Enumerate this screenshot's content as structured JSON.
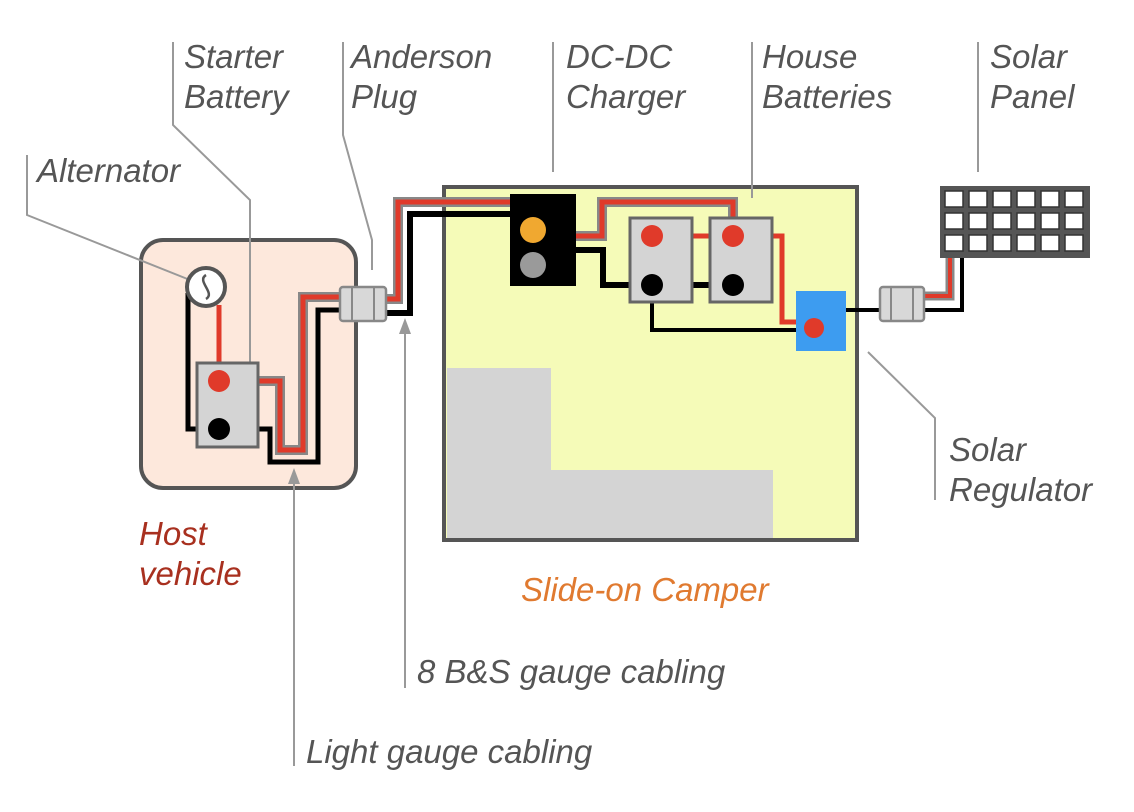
{
  "labels": {
    "alternator": "Alternator",
    "starter_battery": [
      "Starter",
      "Battery"
    ],
    "anderson_plug": [
      "Anderson",
      "Plug"
    ],
    "dcdc_charger": [
      "DC-DC",
      "Charger"
    ],
    "house_batteries": [
      "House",
      "Batteries"
    ],
    "solar_panel": [
      "Solar",
      "Panel"
    ],
    "solar_regulator": [
      "Solar",
      "Regulator"
    ],
    "host_vehicle": [
      "Host",
      "vehicle"
    ],
    "slide_on_camper": "Slide-on Camper",
    "heavy_cabling": "8 B&S gauge cabling",
    "light_cabling": "Light gauge cabling"
  },
  "colors": {
    "positive_wire": "#e03a2a",
    "negative_wire": "#000000",
    "host_fill": "#fde8dc",
    "camper_fill": "#f5fbb8",
    "camper_floor": "#d4d4d4",
    "battery_fill": "#d4d4d4",
    "regulator_fill": "#3d9cf0",
    "charger_fill": "#000000",
    "charger_led_amber": "#f0a830",
    "charger_led_grey": "#9a9a9a",
    "leader_line": "#999999",
    "label_text": "#555555",
    "host_label": "#a8301f",
    "camper_label": "#e07a30"
  },
  "icons": {
    "alternator": "ac-sine-symbol",
    "anderson_plug": "connector-plug",
    "solar_panel": "solar-cell-grid"
  }
}
